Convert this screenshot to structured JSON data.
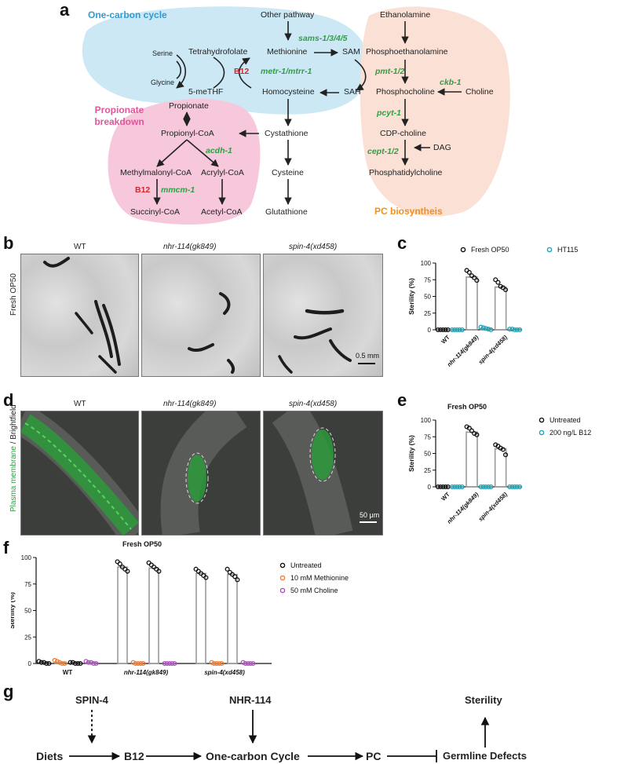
{
  "panel_letters": [
    "a",
    "b",
    "c",
    "d",
    "e",
    "f",
    "g"
  ],
  "pathway": {
    "regions": {
      "one_carbon": "One-carbon cycle",
      "propionate": "Propionate breakdown",
      "pc": "PC biosyntheis"
    },
    "metabolites": {
      "other_pathway": "Other pathway",
      "methionine": "Methionine",
      "sam": "SAM",
      "sah": "SAH",
      "homocysteine": "Homocysteine",
      "thf": "Tetrahydrofolate",
      "methf": "5-meTHF",
      "serine": "Serine",
      "glycine": "Glycine",
      "cystathione": "Cystathione",
      "cysteine": "Cysteine",
      "glutathione": "Glutathione",
      "propionate": "Propionate",
      "propionyl_coa": "Propionyl-CoA",
      "methylmalonyl_coa": "Methylmalonyl-CoA",
      "acrylyl_coa": "Acrylyl-CoA",
      "succinyl_coa": "Succinyl-CoA",
      "acetyl_coa": "Acetyl-CoA",
      "ethanolamine": "Ethanolamine",
      "phosphoethanolamine": "Phosphoethanolamine",
      "phosphocholine": "Phosphocholine",
      "choline": "Choline",
      "cdp_choline": "CDP-choline",
      "dag": "DAG",
      "phosphatidylcholine": "Phosphatidylcholine"
    },
    "genes": {
      "sams": "sams-1/3/4/5",
      "metr": "metr-1/mtrr-1",
      "pmt": "pmt-1/2",
      "ckb": "ckb-1",
      "pcyt": "pcyt-1",
      "cept": "cept-1/2",
      "acdh": "acdh-1",
      "mmcm": "mmcm-1"
    },
    "cofactor": "B12"
  },
  "panel_b": {
    "columns": [
      "WT",
      "nhr-114(gk849)",
      "spin-4(xd458)"
    ],
    "row_label": "Fresh OP50",
    "scale_bar": "0.5 mm"
  },
  "panel_d": {
    "columns": [
      "WT",
      "nhr-114(gk849)",
      "spin-4(xd458)"
    ],
    "row_label_green": "Plasma membrane",
    "row_label_rest": " / Brightfield",
    "scale_bar": "50 μm"
  },
  "panel_g": {
    "nodes": [
      "Diets",
      "B12",
      "One-carbon Cycle",
      "PC",
      "Germline Defects",
      "Sterility"
    ],
    "regulators": [
      "SPIN-4",
      "NHR-114"
    ]
  },
  "chart_data": [
    {
      "panel": "c",
      "type": "bar",
      "title": "",
      "ylabel": "Sterility (%)",
      "ylim": [
        0,
        100
      ],
      "yticks": [
        0,
        25,
        50,
        75,
        100
      ],
      "categories": [
        "WT",
        "nhr-114(gk849)",
        "spin-4(xd458)"
      ],
      "series": [
        {
          "name": "Fresh OP50",
          "color": "#111111",
          "values": [
            0,
            79,
            64
          ],
          "points": [
            [
              0,
              0,
              0,
              0,
              0
            ],
            [
              89,
              86,
              81,
              78,
              74
            ],
            [
              75,
              71,
              65,
              63,
              60
            ]
          ]
        },
        {
          "name": "HT115",
          "color": "#1ba3b8",
          "values": [
            0,
            2,
            0.5
          ],
          "points": [
            [
              0,
              0,
              0,
              0,
              0
            ],
            [
              4,
              3,
              2,
              1,
              0
            ],
            [
              1,
              1,
              0,
              0,
              0
            ]
          ]
        }
      ]
    },
    {
      "panel": "e",
      "type": "bar",
      "title": "Fresh OP50",
      "ylabel": "Sterility (%)",
      "ylim": [
        0,
        100
      ],
      "yticks": [
        0,
        25,
        50,
        75,
        100
      ],
      "categories": [
        "WT",
        "nhr-114(gk849)",
        "spin-4(xd458)"
      ],
      "series": [
        {
          "name": "Untreated",
          "color": "#111111",
          "values": [
            0,
            82,
            57
          ],
          "points": [
            [
              0,
              0,
              0,
              0,
              0
            ],
            [
              90,
              88,
              84,
              80,
              78
            ],
            [
              63,
              61,
              58,
              56,
              48
            ]
          ]
        },
        {
          "name": "200 ng/L B12",
          "color": "#1ba3b8",
          "values": [
            0,
            0,
            0
          ],
          "points": [
            [
              0,
              0,
              0,
              0,
              0
            ],
            [
              0,
              0,
              0,
              0,
              0
            ],
            [
              0,
              0,
              0,
              0,
              0
            ]
          ]
        }
      ]
    },
    {
      "panel": "f",
      "type": "bar",
      "title": "Fresh OP50",
      "ylabel": "Sterility (%)",
      "ylim": [
        0,
        100
      ],
      "yticks": [
        0,
        25,
        50,
        75,
        100
      ],
      "categories": [
        "WT",
        "nhr-114(gk849)",
        "spin-4(xd458)"
      ],
      "groups_per_category": 2,
      "series": [
        {
          "name": "Untreated",
          "color": "#111111",
          "values": [
            [
              1,
              1
            ],
            [
              91,
              90
            ],
            [
              85,
              84
            ]
          ],
          "points": [
            [
              [
                2,
                1,
                1,
                0,
                0
              ],
              [
                1,
                1,
                0,
                0,
                0
              ]
            ],
            [
              [
                96,
                94,
                91,
                89,
                87
              ],
              [
                95,
                93,
                91,
                89,
                87
              ]
            ],
            [
              [
                89,
                87,
                85,
                83,
                81
              ],
              [
                89,
                86,
                84,
                82,
                79
              ]
            ]
          ]
        },
        {
          "name": "10 mM Methionine",
          "color": "#f07a30",
          "values": [
            1,
            0,
            0
          ],
          "points": [
            [
              3,
              2,
              1,
              0,
              0
            ],
            [
              1,
              0,
              0,
              0,
              0
            ],
            [
              1,
              0,
              0,
              0,
              0
            ]
          ]
        },
        {
          "name": "50 mM Choline",
          "color": "#b04fc0",
          "values": [
            1,
            0,
            0
          ],
          "points": [
            [
              2,
              1,
              1,
              0,
              0
            ],
            [
              0,
              0,
              0,
              0,
              0
            ],
            [
              1,
              0,
              0,
              0,
              0
            ]
          ]
        }
      ]
    }
  ]
}
